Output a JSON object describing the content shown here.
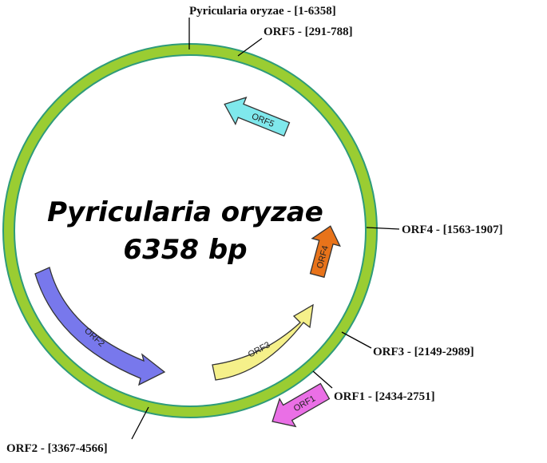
{
  "plasmid": {
    "name": "Pyricularia oryzae",
    "size_label": "6358 bp",
    "range_label": "Pyricularia oryzae - [1-6358]",
    "ring_color": "#9acd32",
    "ring_outline_color": "#2e9b7a"
  },
  "orfs": [
    {
      "id": "orf5",
      "name": "ORF5",
      "label": "ORF5 - [291-788]",
      "color": "#7fe8ec"
    },
    {
      "id": "orf4",
      "name": "ORF4",
      "label": "ORF4 - [1563-1907]",
      "color": "#e8731a"
    },
    {
      "id": "orf3",
      "name": "ORF3",
      "label": "ORF3 - [2149-2989]",
      "color": "#f5f08a"
    },
    {
      "id": "orf1",
      "name": "ORF1",
      "label": "ORF1 - [2434-2751]",
      "color": "#ea6fe6"
    },
    {
      "id": "orf2",
      "name": "ORF2",
      "label": "ORF2 - [3367-4566]",
      "color": "#7878ec"
    }
  ]
}
